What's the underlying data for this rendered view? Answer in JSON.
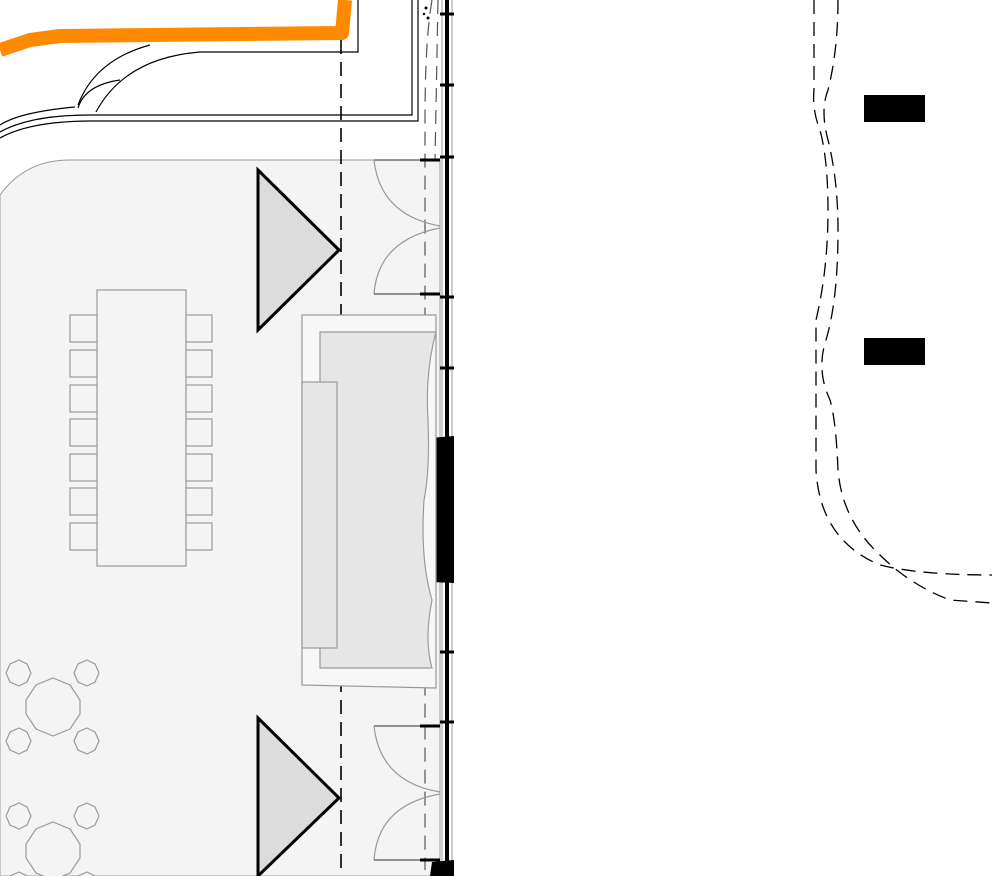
{
  "colors": {
    "background": "#ffffff",
    "floor": "#f4f4f4",
    "thin_line": "#9a9a9a",
    "wall": "#000000",
    "furniture_fill": "#e6e6e6",
    "triangle_fill": "#dcdcdc",
    "accent_orange": "#ff8a00"
  },
  "elements": {
    "orange_path": "boundary-highlight",
    "triangles": [
      "column-marker-top",
      "column-marker-bottom"
    ],
    "table": "long-table-with-14-chairs",
    "round_tables": 2,
    "doors": [
      "double-door-upper",
      "double-door-lower"
    ],
    "blocks": [
      "black-block-upper",
      "black-block-lower"
    ]
  }
}
